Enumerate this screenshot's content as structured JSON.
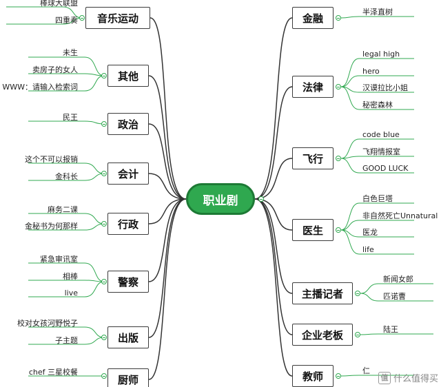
{
  "root": {
    "label": "职业剧"
  },
  "left_branches": [
    {
      "label": "音乐运动",
      "leaves": [
        "棒球大联盟",
        "四重奏"
      ]
    },
    {
      "label": "其他",
      "leaves": [
        "未生",
        "卖房子的女人",
        "WWW：请输入检索词"
      ]
    },
    {
      "label": "政治",
      "leaves": [
        "民王"
      ]
    },
    {
      "label": "会计",
      "leaves": [
        "这个不可以报销",
        "金科长"
      ]
    },
    {
      "label": "行政",
      "leaves": [
        "麻务二课",
        "金秘书为何那样"
      ]
    },
    {
      "label": "警察",
      "leaves": [
        "紧急审讯室",
        "相棒",
        "live"
      ]
    },
    {
      "label": "出版",
      "leaves": [
        "校对女孩河野悦子",
        "子主题"
      ]
    },
    {
      "label": "厨师",
      "leaves": [
        "chef 三星校餐"
      ]
    }
  ],
  "right_branches": [
    {
      "label": "金融",
      "leaves": [
        "半泽直树"
      ]
    },
    {
      "label": "法律",
      "leaves": [
        "legal high",
        "hero",
        "汉谟拉比小姐",
        "秘密森林"
      ]
    },
    {
      "label": "飞行",
      "leaves": [
        "code blue",
        "飞翔情报室",
        "GOOD LUCK"
      ]
    },
    {
      "label": "医生",
      "leaves": [
        "白色巨塔",
        "非自然死亡Unnatural",
        "医龙",
        "life"
      ]
    },
    {
      "label": "主播记者",
      "leaves": [
        "新闻女郎",
        "匹诺曹"
      ]
    },
    {
      "label": "企业老板",
      "leaves": [
        "陆王"
      ]
    },
    {
      "label": "教师",
      "leaves": [
        "仁"
      ]
    }
  ],
  "watermark": {
    "logo": "值",
    "text": "什么值得买"
  },
  "colors": {
    "root_fill": "#2fa84f",
    "line": "#333333",
    "leaf_line": "#2fa84f"
  }
}
